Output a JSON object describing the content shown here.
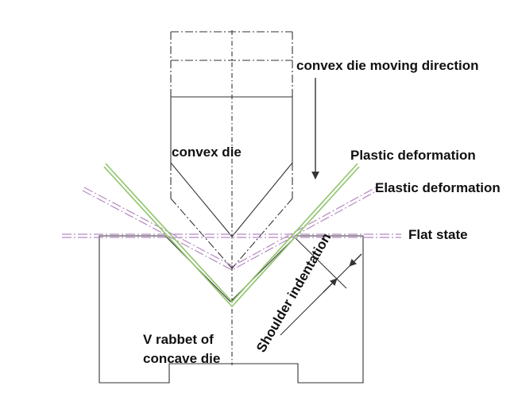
{
  "labels": {
    "moving_direction": "convex die moving direction",
    "convex_die": "convex die",
    "plastic_deformation": "Plastic deformation",
    "elastic_deformation": "Elastic deformation",
    "flat_state": "Flat state",
    "shoulder_indentation": "Shoulder indentation",
    "v_rabbet_line1": "V rabbet of",
    "v_rabbet_line2": "concave die"
  },
  "colors": {
    "plastic": "#8fc56a",
    "elastic": "#b58ac2",
    "outline": "#333333"
  }
}
